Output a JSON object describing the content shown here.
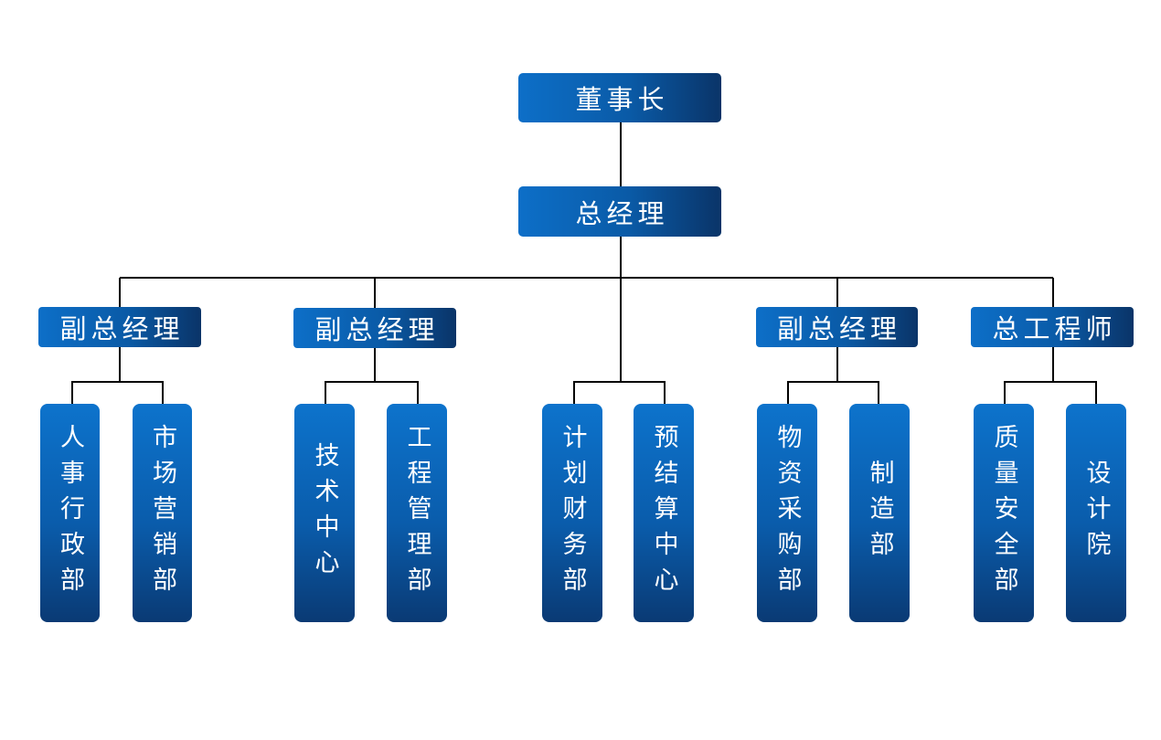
{
  "chairman": "董事长",
  "general_manager": "总经理",
  "branches": [
    {
      "title": "副总经理",
      "departments": [
        "人事行政部",
        "市场营销部"
      ]
    },
    {
      "title": "副总经理",
      "departments": [
        "技术中心",
        "工程管理部"
      ]
    },
    {
      "title": "",
      "departments": [
        "计划财务部",
        "预结算中心"
      ]
    },
    {
      "title": "副总经理",
      "departments": [
        "物资采购部",
        "制造部"
      ]
    },
    {
      "title": "总工程师",
      "departments": [
        "质量安全部",
        "设计院"
      ]
    }
  ],
  "colors": {
    "box_gradient": [
      "#0d6fc8",
      "#0a5aa6",
      "#0a3468"
    ],
    "connector": "#000000",
    "text": "#ffffff",
    "background": "#ffffff"
  }
}
